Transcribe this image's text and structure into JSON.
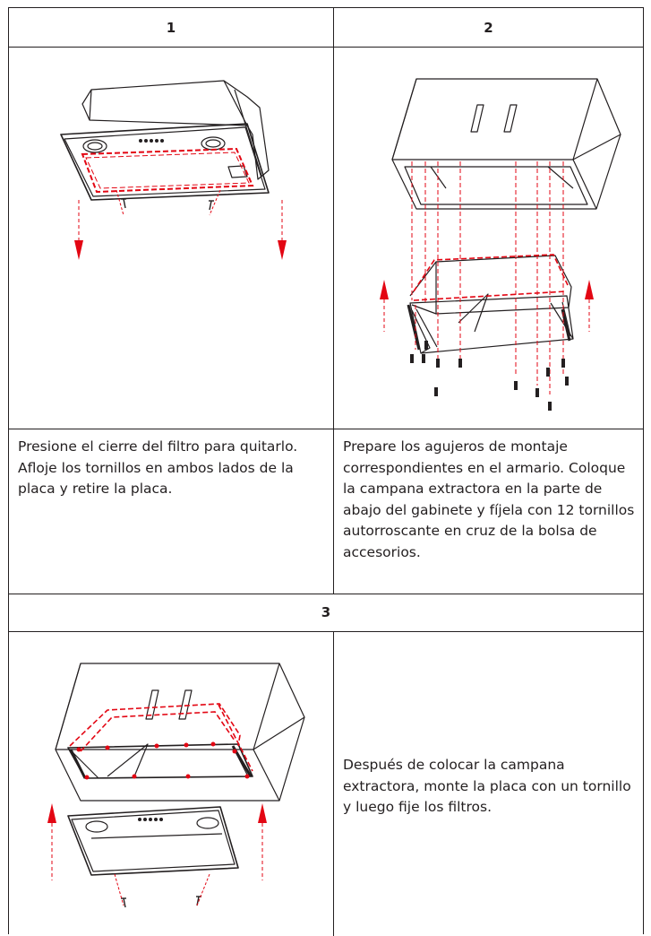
{
  "steps": [
    {
      "number": "1",
      "text": "Presione el cierre del filtro para quitarlo. Afloje los tornillos en ambos lados de la placa y retire la placa."
    },
    {
      "number": "2",
      "text": "Prepare los agujeros de montaje correspondientes en el armario. Coloque la campana extractora en la parte de abajo del gabinete y fíjela con 12 tornillos autorroscante en cruz de la bolsa de accesorios."
    },
    {
      "number": "3",
      "text": "Después de colocar la campana extractora, monte la placa con un tornillo y luego fije los filtros."
    }
  ],
  "colors": {
    "line": "#231f20",
    "accent": "#e30613"
  },
  "icons": [
    "arrow-down-icon",
    "arrow-up-icon",
    "screw-icon"
  ]
}
